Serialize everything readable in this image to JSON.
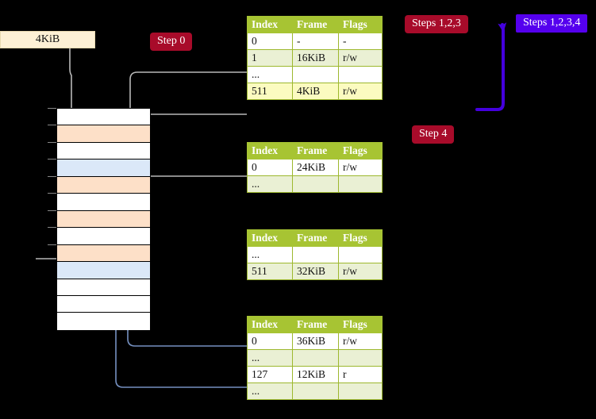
{
  "labels": {
    "step0": "Step 0",
    "steps123": "Steps 1,2,3",
    "steps1234": "Steps 1,2,3,4",
    "step4": "Step 4",
    "memory_size": "4KiB"
  },
  "colors": {
    "badge_red": "#a80b2a",
    "badge_blue": "#5500ee",
    "table_header": "#a7c433",
    "table_alt_row": "#eaf0d4",
    "highlight_row": "#fbfbc0",
    "memory_orange": "#fde0c8",
    "memory_blue": "#dbe8f8",
    "memory_box": "#fdf0d5",
    "wire_gray": "#b0b0b0",
    "wire_blue": "#7590c0"
  },
  "tables": {
    "headers": [
      "Index",
      "Frame",
      "Flags"
    ],
    "level4": {
      "name": "level-4-page-table",
      "rows": [
        {
          "index": "0",
          "frame": "-",
          "flags": "-",
          "style": "plain"
        },
        {
          "index": "1",
          "frame": "16KiB",
          "flags": "r/w",
          "style": "alt"
        },
        {
          "index": "...",
          "frame": "",
          "flags": "",
          "style": "plain"
        },
        {
          "index": "511",
          "frame": "4KiB",
          "flags": "r/w",
          "style": "hl"
        }
      ]
    },
    "level3": {
      "name": "level-3-page-table",
      "rows": [
        {
          "index": "0",
          "frame": "24KiB",
          "flags": "r/w",
          "style": "plain"
        },
        {
          "index": "...",
          "frame": "",
          "flags": "",
          "style": "alt"
        }
      ]
    },
    "level2": {
      "name": "level-2-page-table",
      "rows": [
        {
          "index": "...",
          "frame": "",
          "flags": "",
          "style": "plain"
        },
        {
          "index": "511",
          "frame": "32KiB",
          "flags": "r/w",
          "style": "alt"
        }
      ]
    },
    "level1": {
      "name": "level-1-page-table",
      "rows": [
        {
          "index": "0",
          "frame": "36KiB",
          "flags": "r/w",
          "style": "plain"
        },
        {
          "index": "...",
          "frame": "",
          "flags": "",
          "style": "alt"
        },
        {
          "index": "127",
          "frame": "12KiB",
          "flags": "r",
          "style": "plain"
        },
        {
          "index": "...",
          "frame": "",
          "flags": "",
          "style": "alt"
        }
      ]
    }
  },
  "memory_column": {
    "name": "physical-memory-frames",
    "frames": [
      {
        "fill": "plain"
      },
      {
        "fill": "orange"
      },
      {
        "fill": "plain"
      },
      {
        "fill": "blue"
      },
      {
        "fill": "orange"
      },
      {
        "fill": "plain"
      },
      {
        "fill": "orange"
      },
      {
        "fill": "plain"
      },
      {
        "fill": "orange"
      },
      {
        "fill": "blue"
      },
      {
        "fill": "plain"
      },
      {
        "fill": "plain"
      },
      {
        "fill": "plain"
      }
    ]
  }
}
